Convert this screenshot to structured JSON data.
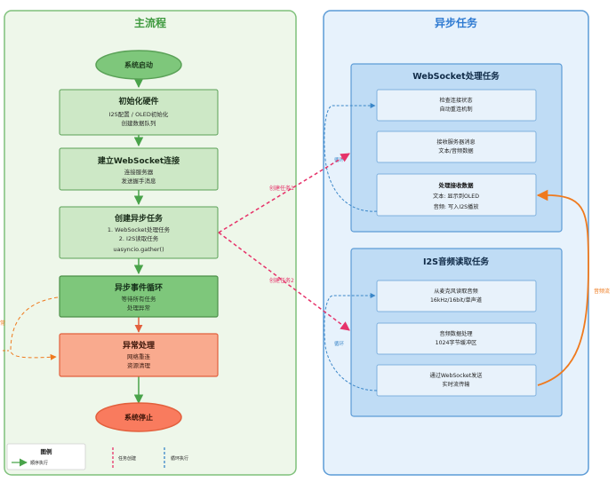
{
  "main_flow": {
    "title": "主流程",
    "start": "系统启动",
    "init": {
      "title": "初始化硬件",
      "lines": [
        "I2S配置 / OLED初始化",
        "创建数据队列"
      ]
    },
    "ws_connect": {
      "title": "建立WebSocket连接",
      "lines": [
        "连接服务器",
        "发送握手消息"
      ]
    },
    "create_tasks": {
      "title": "创建异步任务",
      "lines": [
        "1. WebSocket处理任务",
        "2. I2S读取任务",
        "uasyncio.gather()"
      ]
    },
    "event_loop": {
      "title": "异步事件循环",
      "lines": [
        "等待所有任务",
        "处理异常"
      ]
    },
    "exception": {
      "title": "异常处理",
      "lines": [
        "网络重连",
        "资源清理"
      ]
    },
    "stop": "系统停止",
    "left_edge_label": "常"
  },
  "async_tasks": {
    "title": "异步任务",
    "ws_task": {
      "title": "WebSocket处理任务",
      "steps": [
        {
          "lines": [
            "检查连接状态",
            "自动重连机制"
          ]
        },
        {
          "lines": [
            "接收服务器消息",
            "文本/音频数据"
          ]
        },
        {
          "title": "处理接收数据",
          "lines": [
            "文本: 显示到OLED",
            "音频: 写入I2S播放"
          ]
        }
      ]
    },
    "i2s_task": {
      "title": "I2S音频读取任务",
      "steps": [
        {
          "lines": [
            "从麦克风读取音频",
            "16kHz/16bit/单声道"
          ]
        },
        {
          "lines": [
            "音频数据处理",
            "1024字节缓冲区"
          ]
        },
        {
          "lines": [
            "通过WebSocket发送",
            "实时流传输"
          ]
        }
      ]
    }
  },
  "edge_labels": {
    "create_task_1": "创建任务1",
    "create_task_2": "创建任务2",
    "loop_1": "循环",
    "loop_2": "循环",
    "audio_stream": "音频流"
  },
  "legend": {
    "title": "图例",
    "sequential": "顺序执行",
    "task_create": "任务创建",
    "loop_exec": "循环执行"
  },
  "colors": {
    "main_bg": "#eef7ea",
    "main_border": "#7fc17b",
    "main_title": "#3f9a3f",
    "async_bg": "#e7f2fc",
    "async_border": "#5c9bd6",
    "async_title": "#2e7ad1",
    "task_bg": "#bfdcf5",
    "task_border": "#5c9bd6",
    "step_bg": "#e8f2fb",
    "step_border": "#7fb1de",
    "box_light": "#cde8c6",
    "box_dark": "#7ec77b",
    "box_border": "#5aa157",
    "exception_bg": "#f9aa8e",
    "exception_border": "#e2603d",
    "stop_bg": "#f97b5e",
    "create_arrow": "#e6336a",
    "loop_arrow": "#3a86c8",
    "audio_arrow": "#ef7a1e",
    "seq_arrow": "#49a34a"
  }
}
